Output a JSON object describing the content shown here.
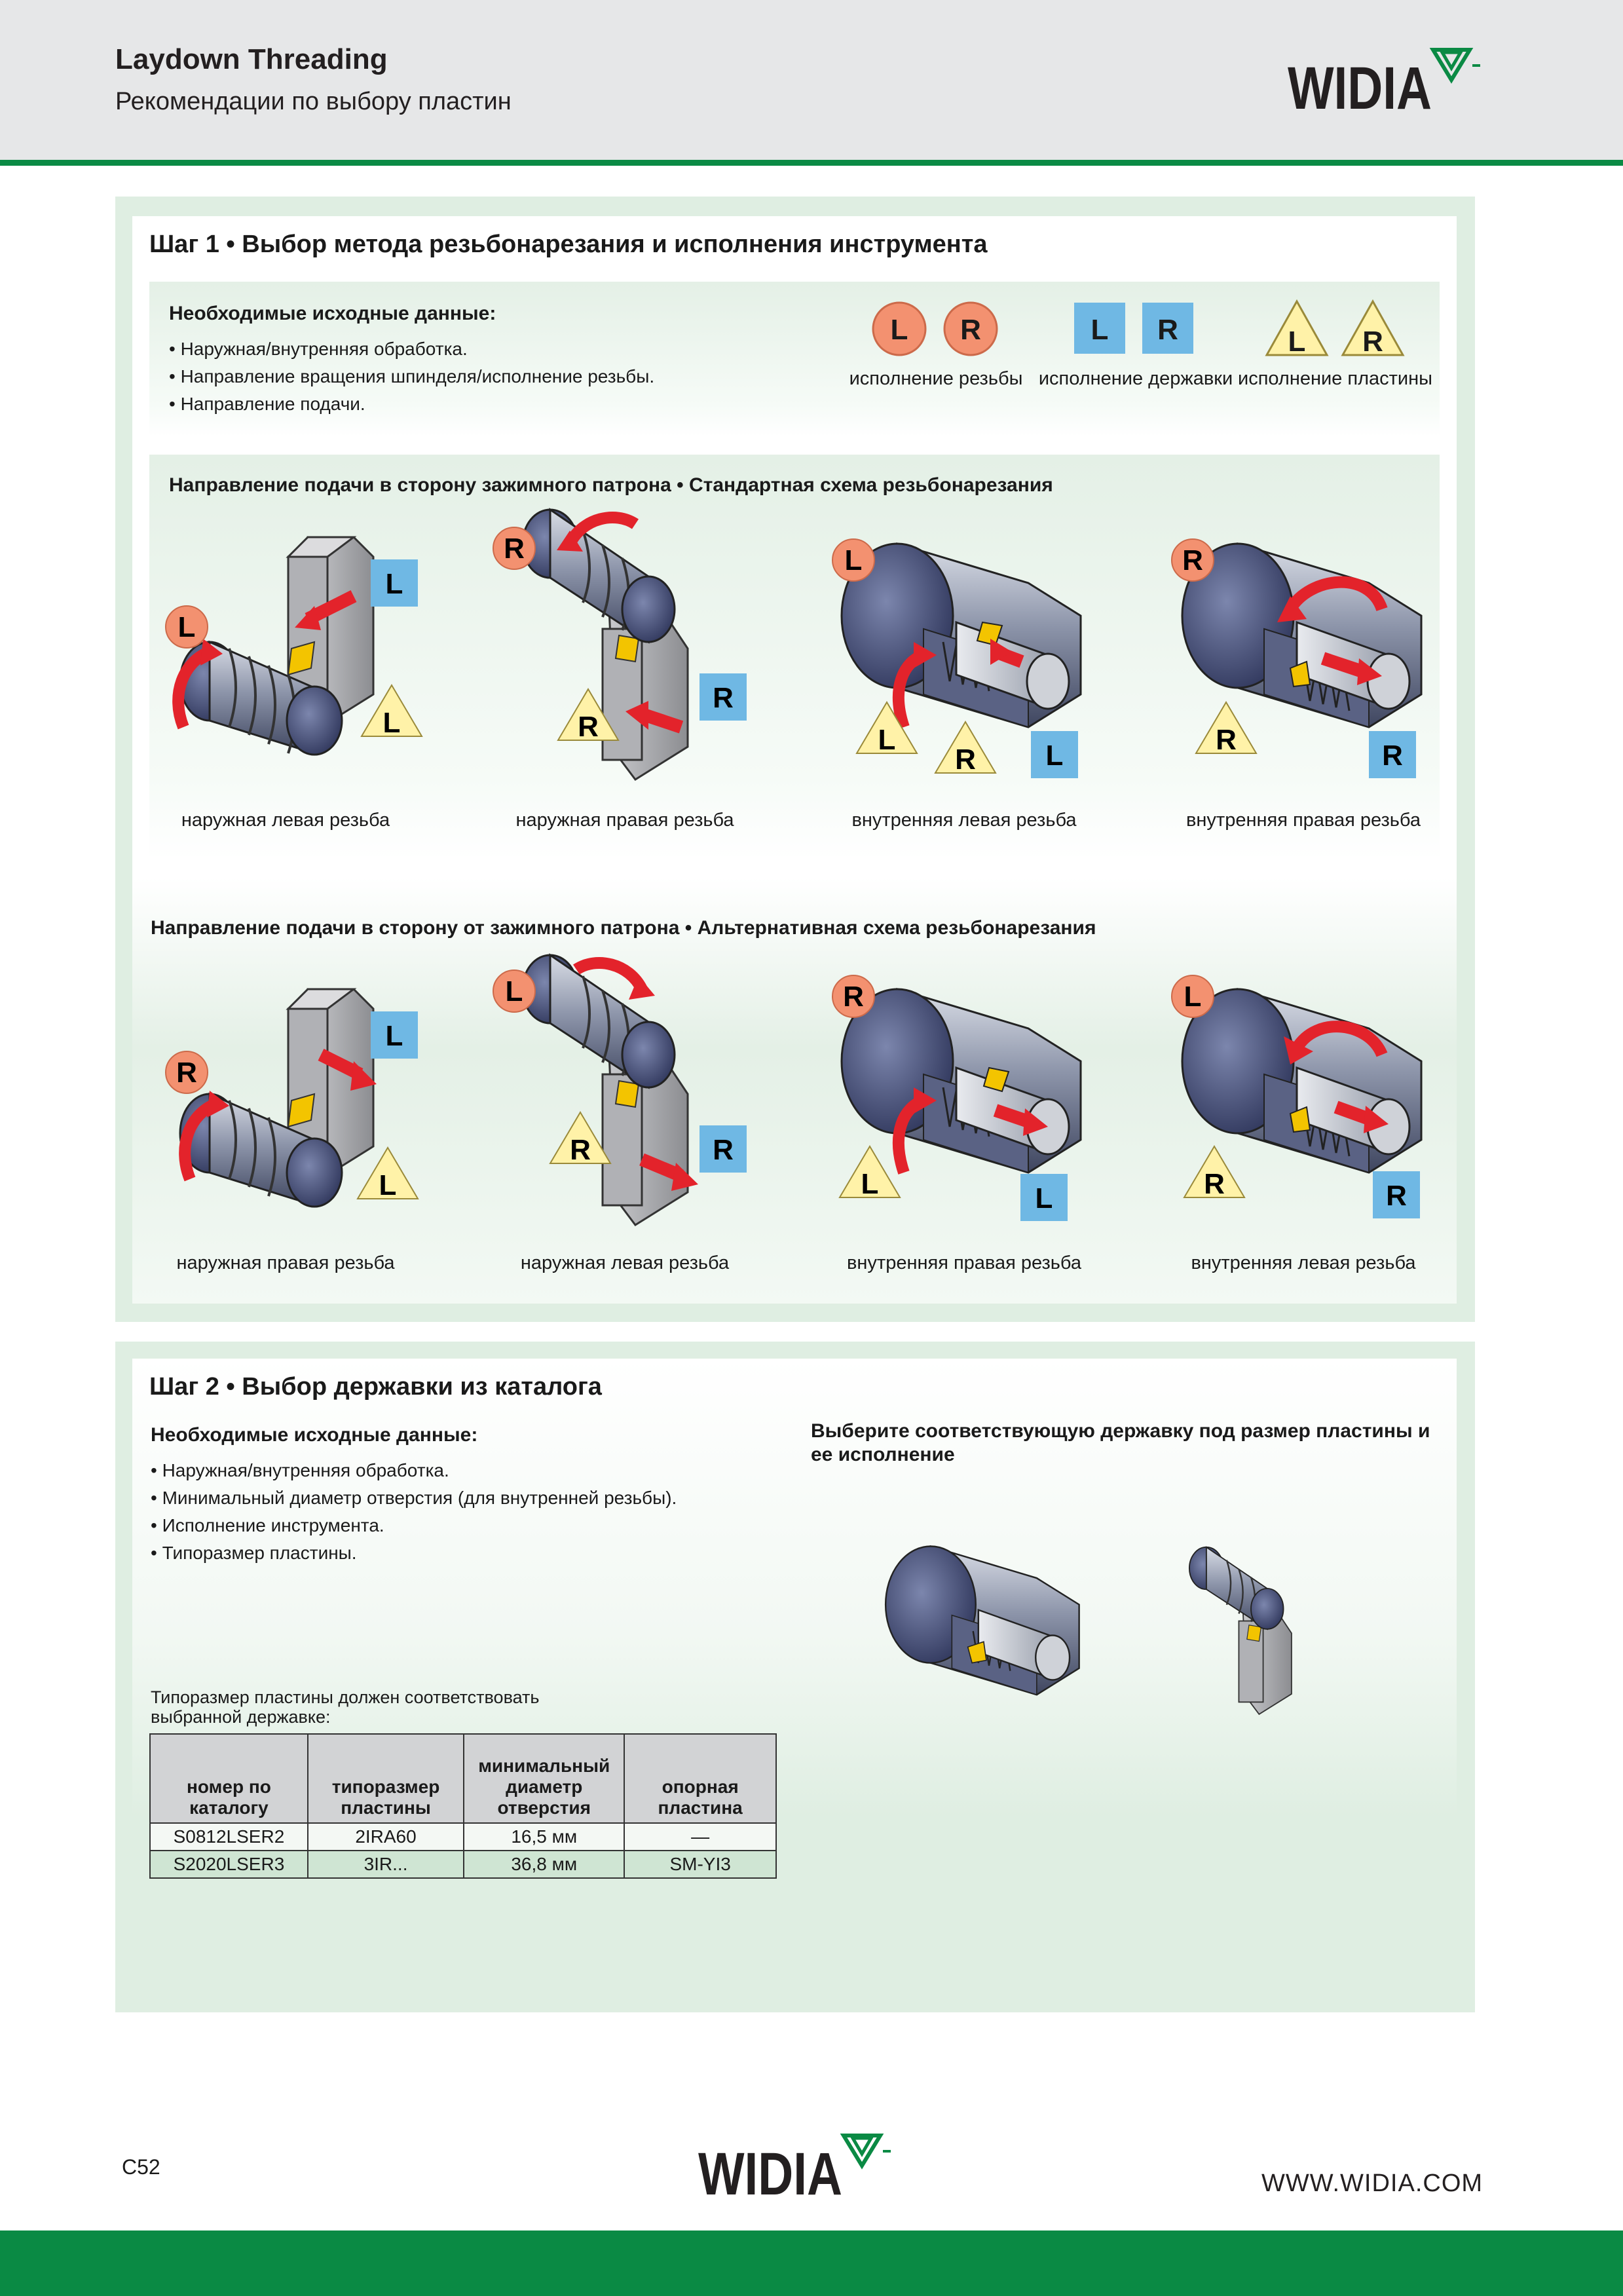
{
  "header": {
    "title": "Laydown Threading",
    "subtitle": "Рекомендации по выбору пластин",
    "brand": "WIDIA"
  },
  "colors": {
    "green": "#0a8a44",
    "panel": "#dfeee2",
    "thread_badge": "#f39170",
    "holder_badge": "#6fb8e4",
    "insert_badge": "#fff2a8",
    "arrow": "#e3232b"
  },
  "step1": {
    "title": "Шаг 1 • Выбор метода резьбонарезания и исполнения инструмента",
    "inputs_heading": "Необходимые исходные данные:",
    "bullets": [
      "• Наружная/внутренняя обработка.",
      "• Направление вращения шпинделя/исполнение резьбы.",
      "• Направление подачи."
    ],
    "legend": [
      {
        "letters": [
          "L",
          "R"
        ],
        "label": "исполнение резьбы",
        "shape": "circle"
      },
      {
        "letters": [
          "L",
          "R"
        ],
        "label": "исполнение державки",
        "shape": "square"
      },
      {
        "letters": [
          "L",
          "R"
        ],
        "label": "исполнение пластины",
        "shape": "triangle"
      }
    ],
    "standard": {
      "heading": "Направление подачи в сторону зажимного патрона • Стандартная схема резьбонарезания",
      "items": [
        {
          "caption": "наружная левая резьба",
          "thread": "L",
          "holder": "L",
          "insert": "L"
        },
        {
          "caption": "наружная правая резьба",
          "thread": "R",
          "holder": "R",
          "insert": "R"
        },
        {
          "caption": "внутренняя левая резьба",
          "thread": "L",
          "holder": "L",
          "insert": "L",
          "insert2": "R"
        },
        {
          "caption": "внутренняя правая резьба",
          "thread": "R",
          "holder": "R",
          "insert": "R"
        }
      ]
    },
    "alternative": {
      "heading": "Направление подачи в сторону от зажимного патрона • Альтернативная схема резьбонарезания",
      "items": [
        {
          "caption": "наружная правая резьба",
          "thread": "R",
          "holder": "L",
          "insert": "L"
        },
        {
          "caption": "наружная левая резьба",
          "thread": "L",
          "holder": "R",
          "insert": "R"
        },
        {
          "caption": "внутренняя правая резьба",
          "thread": "R",
          "holder": "L",
          "insert": "L"
        },
        {
          "caption": "внутренняя левая резьба",
          "thread": "L",
          "holder": "R",
          "insert": "R"
        }
      ]
    }
  },
  "step2": {
    "title": "Шаг 2 • Выбор державки из каталога",
    "inputs_heading": "Необходимые исходные данные:",
    "bullets": [
      "• Наружная/внутренняя обработка.",
      "• Минимальный диаметр отверстия (для внутренней резьбы).",
      "• Исполнение инструмента.",
      "• Типоразмер пластины."
    ],
    "select_note_1": "Выберите соответствующую державку под размер пластины и",
    "select_note_2": "ее исполнение",
    "table_note_1": "Типоразмер пластины должен соответствовать",
    "table_note_2": "выбранной державке:",
    "table": {
      "headers": [
        [
          "номер по",
          "каталогу"
        ],
        [
          "типоразмер",
          "пластины"
        ],
        [
          "минимальный",
          "диаметр",
          "отверстия"
        ],
        [
          "опорная",
          "пластина"
        ]
      ],
      "rows": [
        [
          "S0812LSER2",
          "2IRA60",
          "16,5 мм",
          "—"
        ],
        [
          "S2020LSER3",
          "3IR...",
          "36,8 мм",
          "SM-YI3"
        ]
      ]
    }
  },
  "footer": {
    "page": "C52",
    "url": "WWW.WIDIA.COM",
    "brand": "WIDIA"
  }
}
